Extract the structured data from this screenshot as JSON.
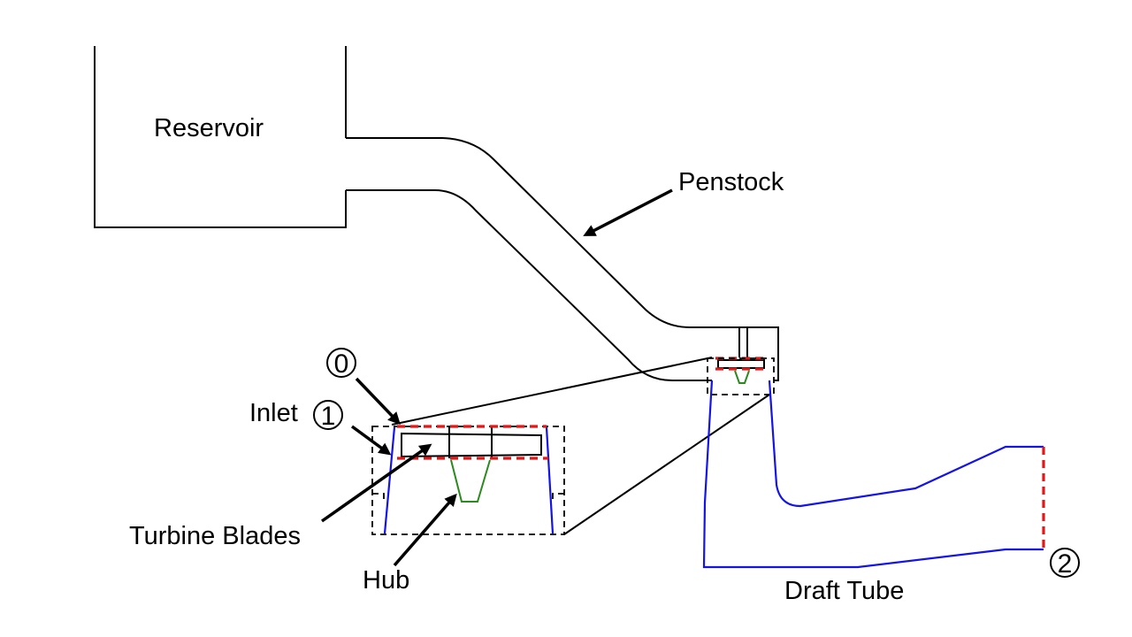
{
  "labels": {
    "reservoir": "Reservoir",
    "penstock": "Penstock",
    "inlet": "Inlet",
    "turbine_blades": "Turbine Blades",
    "hub": "Hub",
    "draft_tube": "Draft Tube"
  },
  "stations": {
    "s0": "0",
    "s1": "1",
    "s2": "2"
  },
  "colors": {
    "outline": "#000000",
    "draft_tube": "#1414e6",
    "hub": "#2a8a1e",
    "station_cut": "#e01818"
  }
}
